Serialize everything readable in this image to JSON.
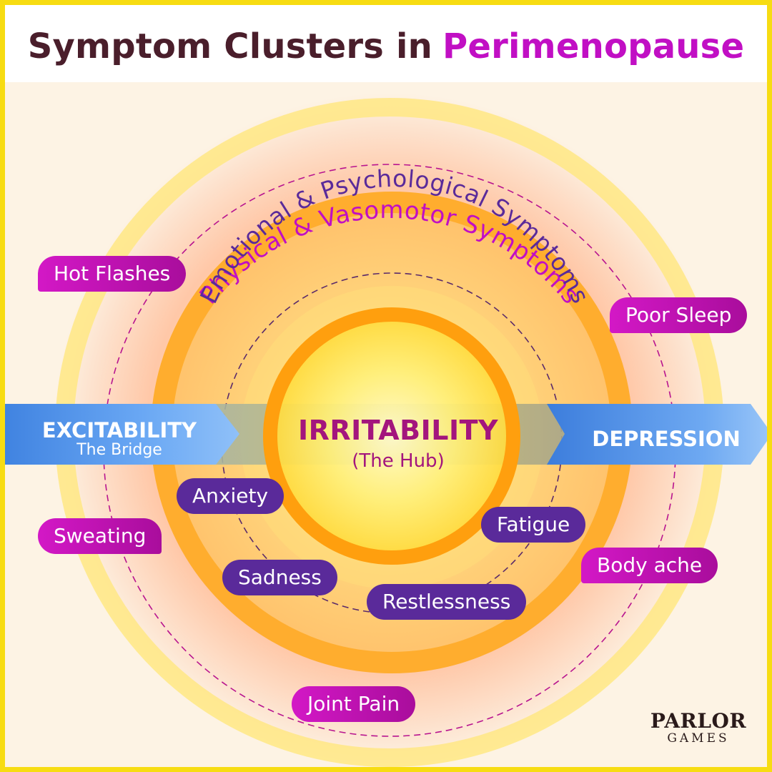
{
  "title": {
    "main": "Symptom Clusters in",
    "accent": "Perimenopause"
  },
  "rings": {
    "outer_label": "Physical & Vasomotor Symptoms",
    "inner_label": "Emotional & Psychological Symptoms"
  },
  "hub": {
    "title": "IRRITABILITY",
    "subtitle": "(The Hub)"
  },
  "arrows": {
    "left": {
      "title": "EXCITABILITY",
      "subtitle": "The Bridge"
    },
    "right": {
      "title": "DEPRESSION"
    }
  },
  "physical_symptoms": [
    "Hot Flashes",
    "Poor Sleep",
    "Sweating",
    "Body ache",
    "Joint Pain"
  ],
  "emotional_symptoms": [
    "Anxiety",
    "Fatigue",
    "Sadness",
    "Restlessness"
  ],
  "brand": {
    "line1": "PARLOR",
    "line2": "GAMES"
  },
  "colors": {
    "title_text": "#4a1e2b",
    "title_accent": "#c10fc4",
    "physical_pill": "#c414b6",
    "emotional_pill": "#5a2a9a",
    "hub_text": "#a3157d",
    "arrow_blue": "#4a8fe8",
    "ring_orange": "#ffa41c",
    "frame_border": "#f7dc12"
  },
  "icons": {
    "brand_letter": "apple-icon"
  }
}
